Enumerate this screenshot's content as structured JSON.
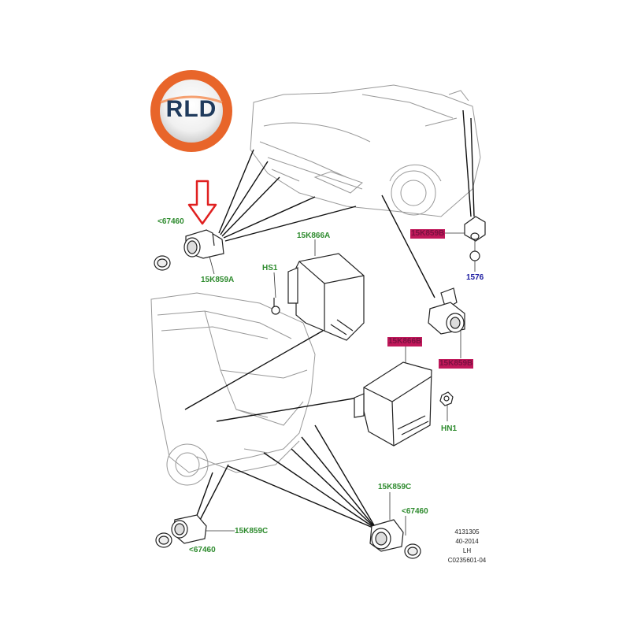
{
  "logo": {
    "text": "RLD",
    "colors": {
      "ring": "#e8652a",
      "ring_light": "#f5a070",
      "text": "#1f3a5c"
    }
  },
  "callouts": {
    "c1": "<67460",
    "c2": "15K859A",
    "c3": "15K866A",
    "c4": "HS1",
    "c5": "15K859B",
    "c6": "1576",
    "c7": "15K866B",
    "c8": "15K859B",
    "c9": "HN1",
    "c10": "15K859C",
    "c11": "<67460",
    "c12": "15K859C",
    "c13": "<67460"
  },
  "meta": {
    "line1": "4131305",
    "line2": "40-2014",
    "line3": "LH",
    "line4": "C0235601-04"
  },
  "colors": {
    "label_green": "#2e8b2e",
    "label_blue": "#1a1aa0",
    "highlight": "#c0185a",
    "arrow_red": "#e02020",
    "line": "#111111"
  }
}
